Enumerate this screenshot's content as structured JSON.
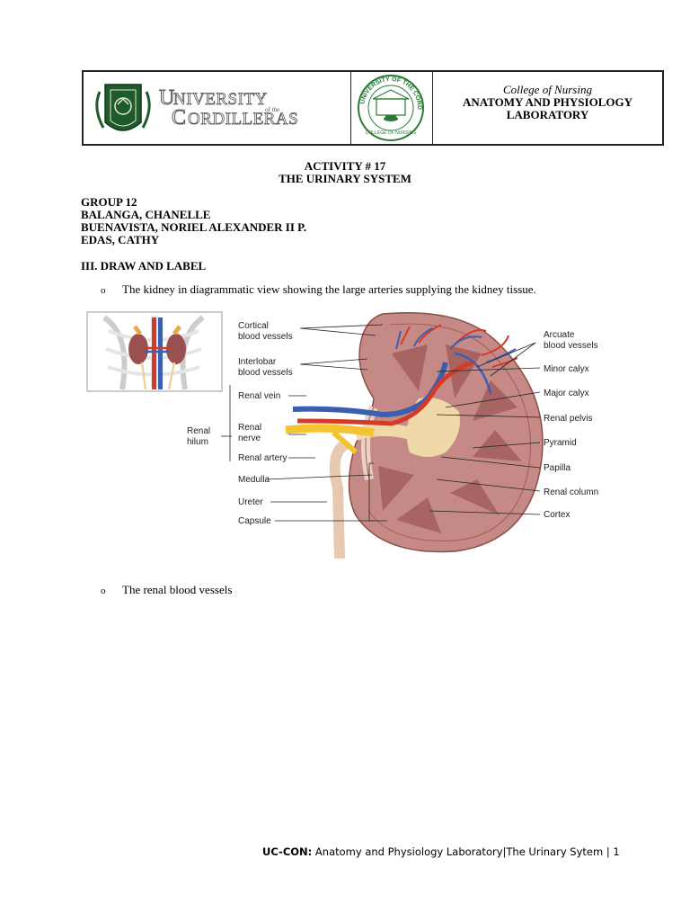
{
  "header": {
    "logo_text": "UNIVERSITY of the CORDILLERAS",
    "seal_text": "UNIVERSITY OF THE CORDILLERAS",
    "seal_subtext": "COLLEGE OF NURSING",
    "college": "College of Nursing",
    "lab_line1": "ANATOMY AND PHYSIOLOGY",
    "lab_line2": "LABORATORY"
  },
  "activity": {
    "number": "ACTIVITY # 17",
    "title": "THE URINARY SYSTEM"
  },
  "group": {
    "name": "GROUP 12",
    "members": [
      "BALANGA, CHANELLE",
      "BUENAVISTA, NORIEL ALEXANDER II P.",
      "EDAS, CATHY"
    ]
  },
  "section_heading": "III. DRAW AND LABEL",
  "items": [
    {
      "bullet": "o",
      "text": "The kidney in diagrammatic view showing the large arteries supplying the kidney tissue."
    },
    {
      "bullet": "o",
      "text": "The renal blood vessels"
    }
  ],
  "diagram": {
    "left_labels": {
      "cortical_1": "Cortical",
      "cortical_2": "blood vessels",
      "interlobar_1": "Interlobar",
      "interlobar_2": "blood vessels",
      "renal_vein": "Renal vein",
      "renal_hilum_1": "Renal",
      "renal_hilum_2": "hilum",
      "renal_nerve_1": "Renal",
      "renal_nerve_2": "nerve",
      "renal_artery": "Renal artery",
      "medulla": "Medulla",
      "ureter": "Ureter",
      "capsule": "Capsule"
    },
    "right_labels": {
      "arcuate_1": "Arcuate",
      "arcuate_2": "blood vessels",
      "minor_calyx": "Minor calyx",
      "major_calyx": "Major calyx",
      "renal_pelvis": "Renal pelvis",
      "pyramid": "Pyramid",
      "papilla": "Papilla",
      "renal_column": "Renal column",
      "cortex": "Cortex"
    }
  },
  "footer": {
    "bold_part": "UC-CON:",
    "rest": " Anatomy and Physiology Laboratory|The Urinary Sytem | 1"
  },
  "colors": {
    "logo_green": "#1e5a2c",
    "kidney": "#b87a7a",
    "artery": "#d43a2a",
    "vein": "#3b5fb0",
    "nerve": "#f4c430"
  }
}
